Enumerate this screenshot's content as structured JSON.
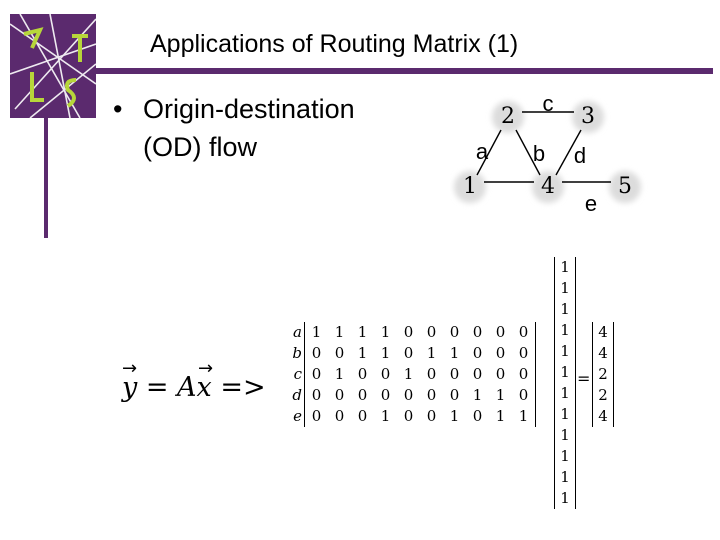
{
  "slide": {
    "title": "Applications of Routing Matrix (1)",
    "bullet_line1": "Origin-destination",
    "bullet_line2": "(OD) flow",
    "bullet_glyph": "•",
    "logo_icon": "university-logo-icon",
    "accent_color": "#5b2a6e"
  },
  "graph": {
    "nodes": [
      "1",
      "2",
      "3",
      "4",
      "5"
    ],
    "edge_labels": [
      "a",
      "b",
      "c",
      "d",
      "e"
    ]
  },
  "formula": {
    "text": "y = Ax =>",
    "arrow": "→"
  },
  "matrix": {
    "row_labels": [
      "a",
      "b",
      "c",
      "d",
      "e"
    ],
    "rows": [
      [
        "1",
        "1",
        "1",
        "1",
        "0",
        "0",
        "0",
        "0",
        "0",
        "0"
      ],
      [
        "0",
        "0",
        "1",
        "1",
        "0",
        "1",
        "1",
        "0",
        "0",
        "0"
      ],
      [
        "0",
        "1",
        "0",
        "0",
        "1",
        "0",
        "0",
        "0",
        "0",
        "0"
      ],
      [
        "0",
        "0",
        "0",
        "0",
        "0",
        "0",
        "0",
        "1",
        "1",
        "0"
      ],
      [
        "0",
        "0",
        "0",
        "1",
        "0",
        "0",
        "1",
        "0",
        "1",
        "1"
      ]
    ],
    "x_vector": [
      "1",
      "1",
      "1",
      "1",
      "1",
      "1",
      "1",
      "1",
      "1",
      "1",
      "1",
      "1"
    ],
    "equals": "=",
    "result": [
      "4",
      "4",
      "2",
      "2",
      "4"
    ]
  }
}
